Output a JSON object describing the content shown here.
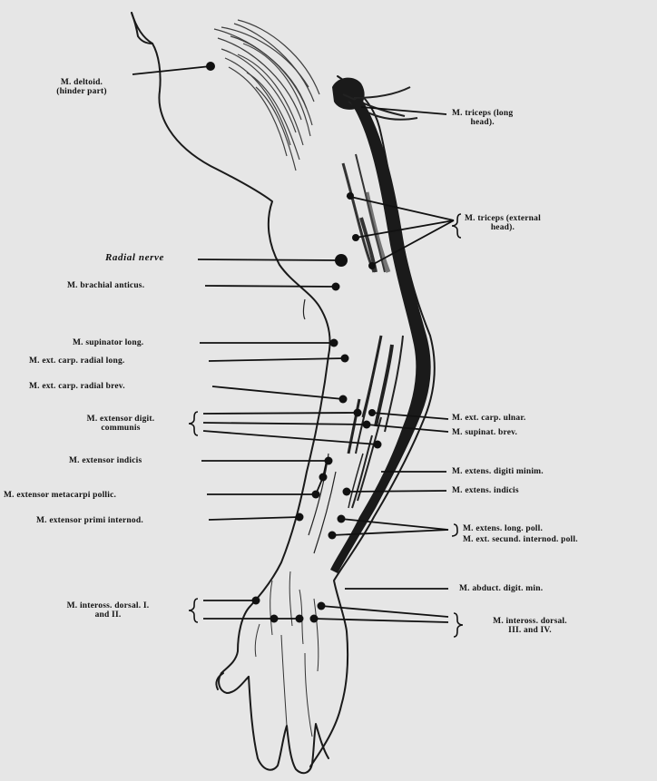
{
  "labels": {
    "deltoid": "M. deltoid.\n(hinder part)",
    "triceps_long": "M. triceps (long\nhead).",
    "triceps_external": "M. triceps (external\nhead).",
    "radial_nerve": "Radial nerve",
    "brachial_anticus": "M. brachial anticus.",
    "supinator_long": "M. supinator long.",
    "ext_carp_radial_long": "M. ext. carp. radial long.",
    "ext_carp_radial_brev": "M. ext. carp. radial brev.",
    "extensor_digit_communis": "M. extensor digit.\ncommunis",
    "ext_carp_ulnar": "M. ext. carp. ulnar.",
    "supinat_brev": "M. supinat. brev.",
    "extensor_indicis": "M. extensor indicis",
    "extens_digiti_minim": "M. extens. digiti minim.",
    "extensor_metacarpi_pollic": "M. extensor metacarpi pollic.",
    "extens_indicis": "M. extens. indicis",
    "extensor_primi_internod": "M. extensor primi internod.",
    "extens_long_poll": "M. extens. long. poll.",
    "ext_secund_internod_poll": "M. ext. secund. internod. poll.",
    "abduct_digit_min": "M. abduct. digit. min.",
    "inteross_dorsal_left": "M. inteross. dorsal. I.\nand II.",
    "inteross_dorsal_right": "M. inteross. dorsal.\nIII. and IV."
  }
}
